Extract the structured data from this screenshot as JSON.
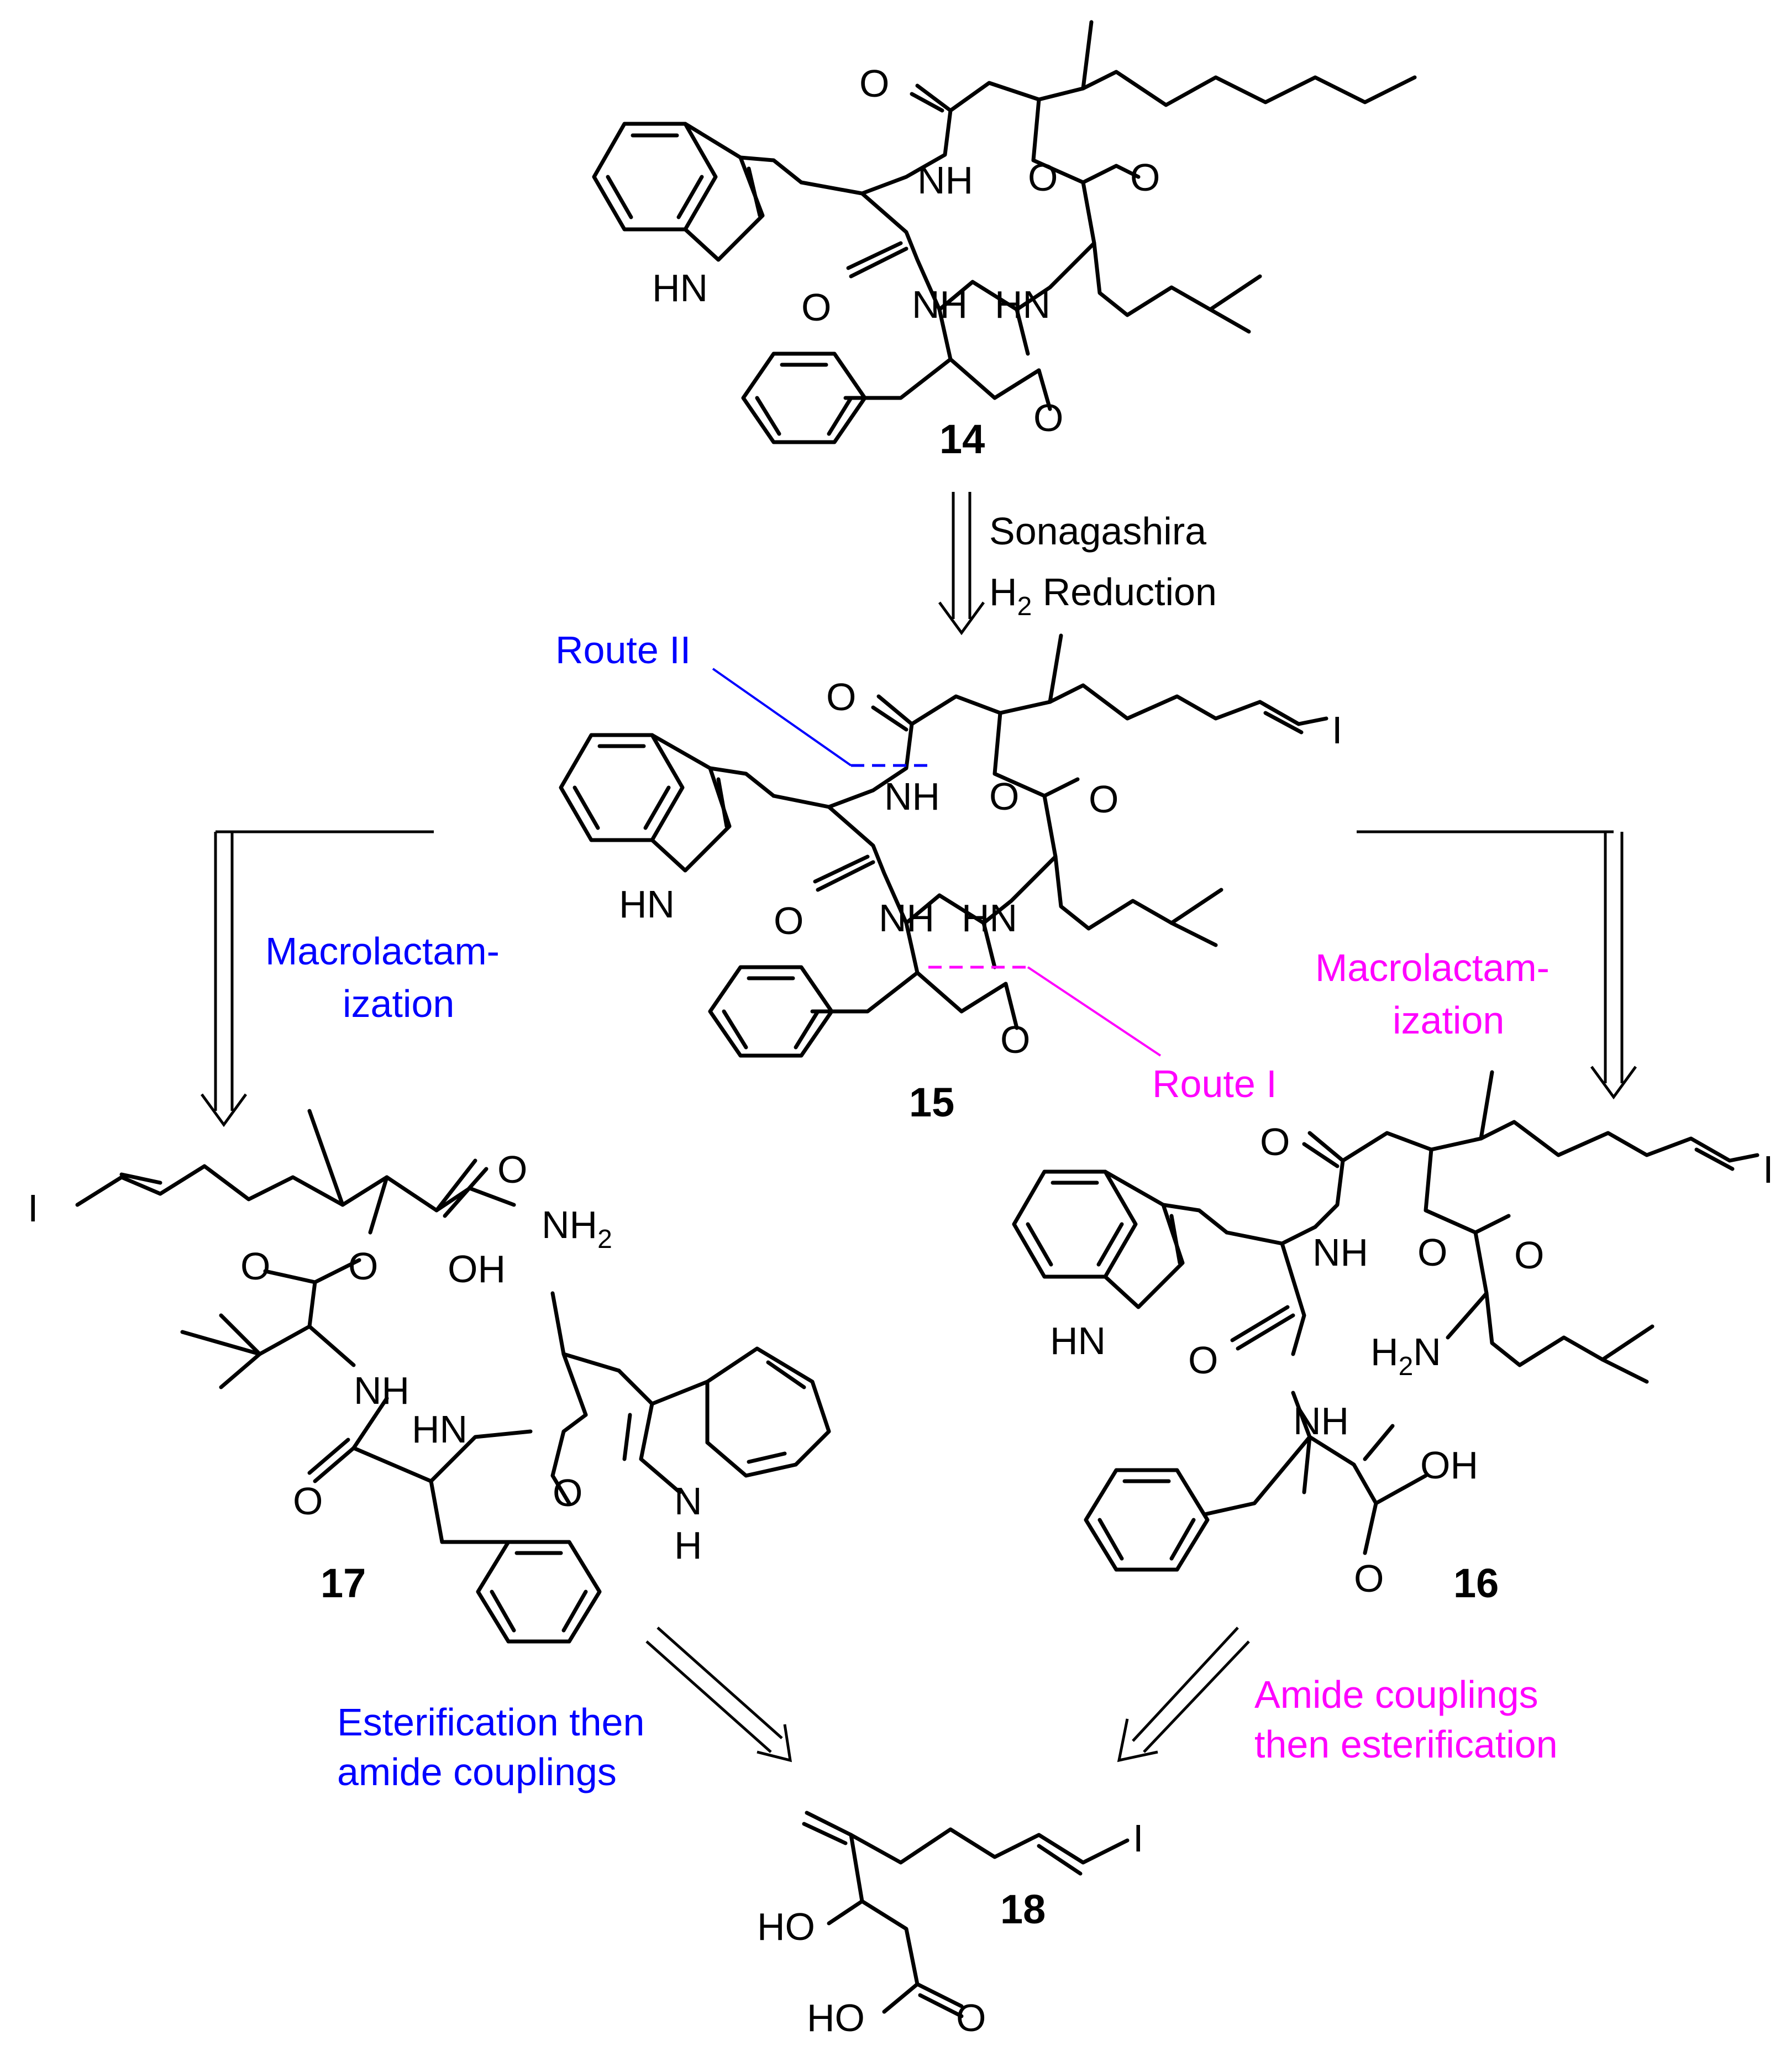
{
  "compounds": {
    "c14": "14",
    "c15": "15",
    "c16": "16",
    "c17": "17",
    "c18": "18"
  },
  "atom_labels": {
    "O": "O",
    "NH": "NH",
    "HN": "HN",
    "I": "I",
    "OH": "OH",
    "HO": "HO",
    "H2N_a": "H",
    "H2N_sub": "2",
    "H2N_b": "N",
    "NH2_a": "NH",
    "NH2_sub": "2",
    "H": "H",
    "N": "N"
  },
  "conditions": {
    "line1": "Sonagashira",
    "line2_a": "H",
    "line2_sub": "2",
    "line2_b": " Reduction"
  },
  "routes": {
    "route_ii": "Route II",
    "route_i": "Route I"
  },
  "steps": {
    "left_macro_1": "Macrolactam-",
    "left_macro_2": "ization",
    "right_macro_1": "Macrolactam-",
    "right_macro_2": "ization",
    "left_ester_1": "Esterification then",
    "left_ester_2": "amide couplings",
    "right_amide_1": "Amide couplings",
    "right_amide_2": "then esterification"
  },
  "colors": {
    "route_ii": "#0000ff",
    "route_i": "#ff00ff",
    "structure": "#000000"
  }
}
